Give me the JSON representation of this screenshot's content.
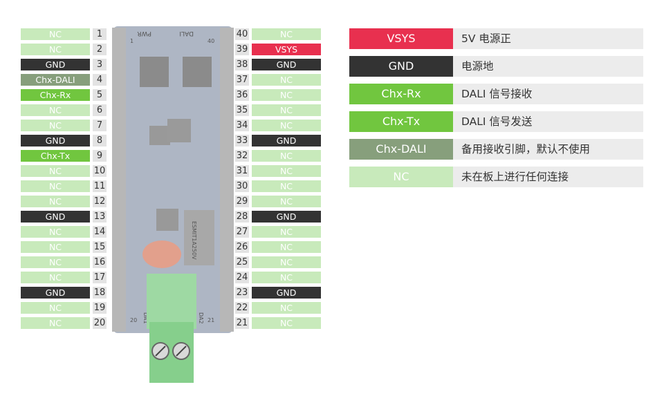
{
  "colors": {
    "NC": "#c8eabb",
    "GND": "#333333",
    "VSYS": "#e8304f",
    "Chx-Rx": "#71c63f",
    "Chx-Tx": "#71c63f",
    "Chx-DALI": "#879f7c"
  },
  "pins_left": [
    {
      "num": "1",
      "label": "NC"
    },
    {
      "num": "2",
      "label": "NC"
    },
    {
      "num": "3",
      "label": "GND"
    },
    {
      "num": "4",
      "label": "Chx-DALI"
    },
    {
      "num": "5",
      "label": "Chx-Rx"
    },
    {
      "num": "6",
      "label": "NC"
    },
    {
      "num": "7",
      "label": "NC"
    },
    {
      "num": "8",
      "label": "GND"
    },
    {
      "num": "9",
      "label": "Chx-Tx"
    },
    {
      "num": "10",
      "label": "NC"
    },
    {
      "num": "11",
      "label": "NC"
    },
    {
      "num": "12",
      "label": "NC"
    },
    {
      "num": "13",
      "label": "GND"
    },
    {
      "num": "14",
      "label": "NC"
    },
    {
      "num": "15",
      "label": "NC"
    },
    {
      "num": "16",
      "label": "NC"
    },
    {
      "num": "17",
      "label": "NC"
    },
    {
      "num": "18",
      "label": "GND"
    },
    {
      "num": "19",
      "label": "NC"
    },
    {
      "num": "20",
      "label": "NC"
    }
  ],
  "pins_right": [
    {
      "num": "40",
      "label": "NC"
    },
    {
      "num": "39",
      "label": "VSYS"
    },
    {
      "num": "38",
      "label": "GND"
    },
    {
      "num": "37",
      "label": "NC"
    },
    {
      "num": "36",
      "label": "NC"
    },
    {
      "num": "35",
      "label": "NC"
    },
    {
      "num": "34",
      "label": "NC"
    },
    {
      "num": "33",
      "label": "GND"
    },
    {
      "num": "32",
      "label": "NC"
    },
    {
      "num": "31",
      "label": "NC"
    },
    {
      "num": "30",
      "label": "NC"
    },
    {
      "num": "29",
      "label": "NC"
    },
    {
      "num": "28",
      "label": "GND"
    },
    {
      "num": "27",
      "label": "NC"
    },
    {
      "num": "26",
      "label": "NC"
    },
    {
      "num": "25",
      "label": "NC"
    },
    {
      "num": "24",
      "label": "NC"
    },
    {
      "num": "23",
      "label": "GND"
    },
    {
      "num": "22",
      "label": "NC"
    },
    {
      "num": "21",
      "label": "NC"
    }
  ],
  "legend": [
    {
      "key": "VSYS",
      "desc": "5V 电源正"
    },
    {
      "key": "GND",
      "desc": "电源地"
    },
    {
      "key": "Chx-Rx",
      "desc": "DALI 信号接收"
    },
    {
      "key": "Chx-Tx",
      "desc": "DALI 信号发送"
    },
    {
      "key": "Chx-DALI",
      "desc": "备用接收引脚，默认不使用"
    },
    {
      "key": "NC",
      "desc": "未在板上进行任何连接"
    }
  ],
  "board": {
    "pwr_label": "PWR",
    "dali_label": "DALI",
    "corner_1": "1",
    "corner_40": "40",
    "corner_20": "20",
    "corner_21": "21",
    "da1_label": "DA1",
    "da2_label": "DA2",
    "transformer_text": "ESMIT1A250V"
  }
}
